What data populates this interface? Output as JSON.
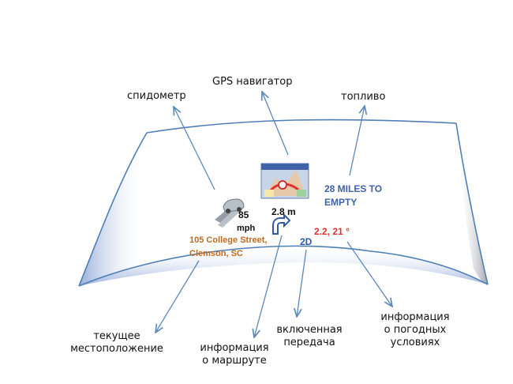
{
  "labels": {
    "gps": "GPS навигатор",
    "speedometer": "спидометр",
    "fuel": "топливо",
    "location_1": "текущее",
    "location_2": "местоположение",
    "route_1": "информация",
    "route_2": "о маршруте",
    "gear_1": "включенная",
    "gear_2": "передача",
    "weather_1": "информация",
    "weather_2": "о погодных",
    "weather_3": "условиях"
  },
  "hud": {
    "speed_value": "85",
    "speed_unit": "mph",
    "distance": "2.8 m",
    "address_1": "105 College Street,",
    "address_2": "Clemson, SC",
    "gear": "2D",
    "weather": "2.2, 21 °",
    "fuel_1": "28 MILES TO",
    "fuel_2": "EMPTY"
  },
  "colors": {
    "arrow": "#5b87b9",
    "frame": "#4f7fb5",
    "address": "#c06a1f",
    "weather": "#d9352c",
    "gear": "#2f5aa6",
    "fuel_text": "#3d62a8"
  }
}
